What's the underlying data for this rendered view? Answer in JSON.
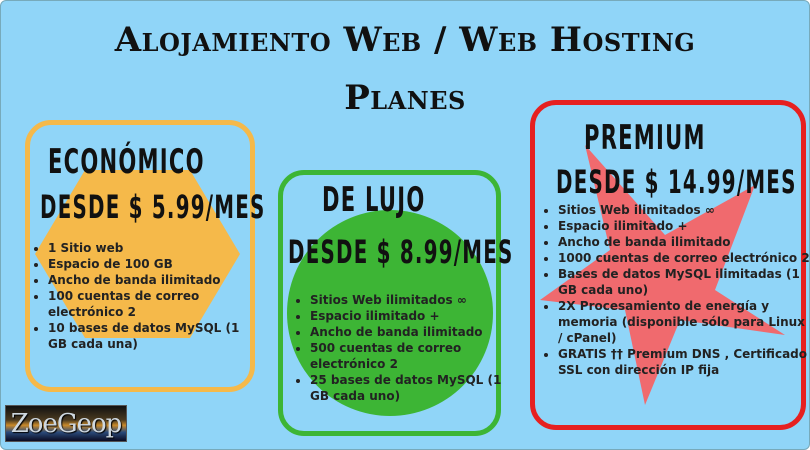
{
  "title": {
    "line1": "Alojamiento Web / Web Hosting",
    "line2": "Planes"
  },
  "colors": {
    "background": "#90d5f8",
    "economico": "#f5b94a",
    "lujo": "#3db535",
    "premium": "#e62020",
    "star": "#f06a6e"
  },
  "plans": [
    {
      "name": "ECONÓMICO",
      "price": "DESDE $ 5.99/MES",
      "shape": "hexagon",
      "features": [
        "1 Sitio web",
        "Espacio de 100 GB",
        "Ancho de banda ilimitado",
        "100 cuentas de correo electrónico 2",
        "10 bases de datos MySQL (1 GB cada una)"
      ]
    },
    {
      "name": "DE LUJO",
      "price": "DESDE $ 8.99/MES",
      "shape": "circle",
      "features": [
        "Sitios Web ilimitados ∞",
        "Espacio ilimitado +",
        "Ancho de banda ilimitado",
        "500 cuentas de correo electrónico 2",
        "25 bases de datos MySQL (1 GB cada uno)"
      ]
    },
    {
      "name": "PREMIUM",
      "price": "DESDE $ 14.99/MES",
      "shape": "star",
      "features": [
        "Sitios Web ilimitados ∞",
        "Espacio ilimitado +",
        "Ancho de banda ilimitado",
        "1000 cuentas de correo electrónico 2",
        "Bases de datos MySQL ilimitadas (1 GB cada uno)",
        "2X Procesamiento de energía y memoria (disponible sólo para Linux / cPanel)",
        "GRATIS †† Premium DNS , Certificado SSL con dirección IP fija"
      ]
    }
  ],
  "logo": {
    "text": "ZoeGeop"
  }
}
